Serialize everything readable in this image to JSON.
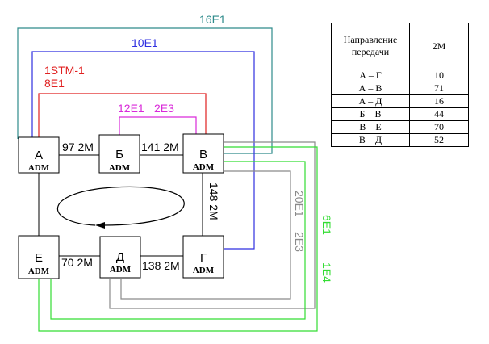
{
  "nodes": [
    {
      "id": "A",
      "name": "А",
      "type": "ADM"
    },
    {
      "id": "B",
      "name": "Б",
      "type": "ADM"
    },
    {
      "id": "V",
      "name": "В",
      "type": "ADM"
    },
    {
      "id": "G",
      "name": "Г",
      "type": "ADM"
    },
    {
      "id": "D",
      "name": "Д",
      "type": "ADM"
    },
    {
      "id": "E",
      "name": "Е",
      "type": "ADM"
    }
  ],
  "links": {
    "a_b": "97 2М",
    "b_v": "141 2М",
    "v_g": "148 2М",
    "g_d": "138 2М",
    "d_e": "70 2М"
  },
  "paths": {
    "p16e1": "16Е1",
    "p10e1": "10Е1",
    "p1stm1": "1STM-1",
    "p8e1": "8Е1",
    "p12e1": "12Е1",
    "p2e3a": "2Е3",
    "p20e1": "20Е1",
    "p2e3b": "2Е3",
    "p6e1": "6Е1",
    "p1e4": "1Е4"
  },
  "colors": {
    "teal": "#2e8b8b",
    "blue": "#2f2fe0",
    "red": "#e02020",
    "magenta": "#d92ad9",
    "gray": "#8a8a8a",
    "green": "#33dd33",
    "black": "#000000"
  },
  "table": {
    "header_direction": "Направление передачи",
    "header_2m": "2М",
    "rows": [
      {
        "dir": "А – Г",
        "val": "10"
      },
      {
        "dir": "А – В",
        "val": "71"
      },
      {
        "dir": "А – Д",
        "val": "16"
      },
      {
        "dir": "Б – В",
        "val": "44"
      },
      {
        "dir": "В – Е",
        "val": "70"
      },
      {
        "dir": "В – Д",
        "val": "52"
      }
    ]
  }
}
